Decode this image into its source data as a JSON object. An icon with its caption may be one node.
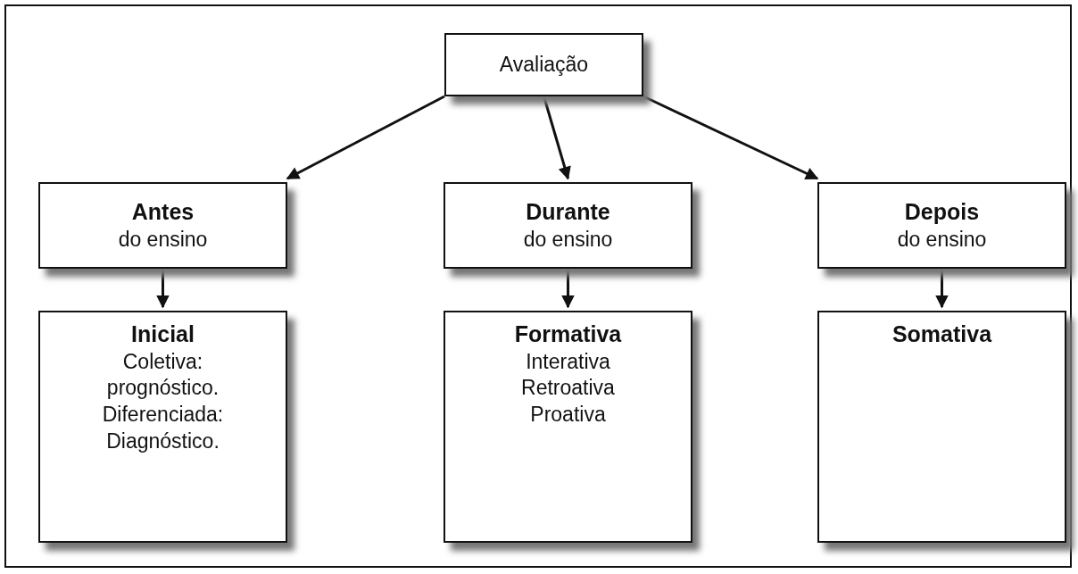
{
  "diagram": {
    "nodes": [
      {
        "text": [
          "Avaliação"
        ]
      },
      {
        "text": [
          "Antes",
          "do ensino"
        ]
      },
      {
        "text": [
          "Durante",
          "do ensino"
        ]
      },
      {
        "text": [
          "Depois",
          "do ensino"
        ]
      },
      {
        "text": [
          "Inicial",
          "Coletiva: prognóstico.",
          "Diferenciada: Diagnóstico."
        ]
      },
      {
        "text": [
          "Formativa",
          "Interativa",
          "Retroativa",
          "Proativa"
        ]
      },
      {
        "text": [
          "Somativa"
        ]
      }
    ],
    "edges": [
      {
        "from": 0,
        "to": 1,
        "arrow": "to"
      },
      {
        "from": 0,
        "to": 2,
        "arrow": "to"
      },
      {
        "from": 0,
        "to": 3,
        "arrow": "to"
      },
      {
        "from": 1,
        "to": 4,
        "arrow": "to"
      },
      {
        "from": 2,
        "to": 5,
        "arrow": "to"
      },
      {
        "from": 3,
        "to": 6,
        "arrow": "to"
      }
    ]
  }
}
